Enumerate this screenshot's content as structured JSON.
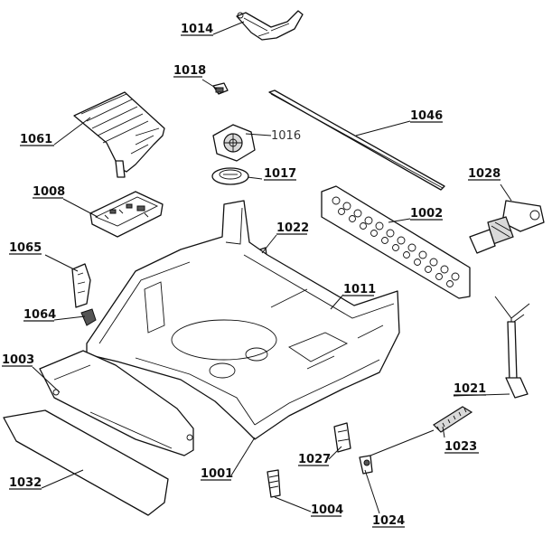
{
  "labels": {
    "p1014": "1014",
    "p1018": "1018",
    "p1046": "1046",
    "p1061": "1061",
    "p1016": "1016",
    "p1017": "1017",
    "p1028": "1028",
    "p1008": "1008",
    "p1002": "1002",
    "p1022": "1022",
    "p1065": "1065",
    "p1011": "1011",
    "p1064": "1064",
    "p1003": "1003",
    "p1021": "1021",
    "p1023": "1023",
    "p1032": "1032",
    "p1027": "1027",
    "p1001": "1001",
    "p1004": "1004",
    "p1024": "1024"
  }
}
